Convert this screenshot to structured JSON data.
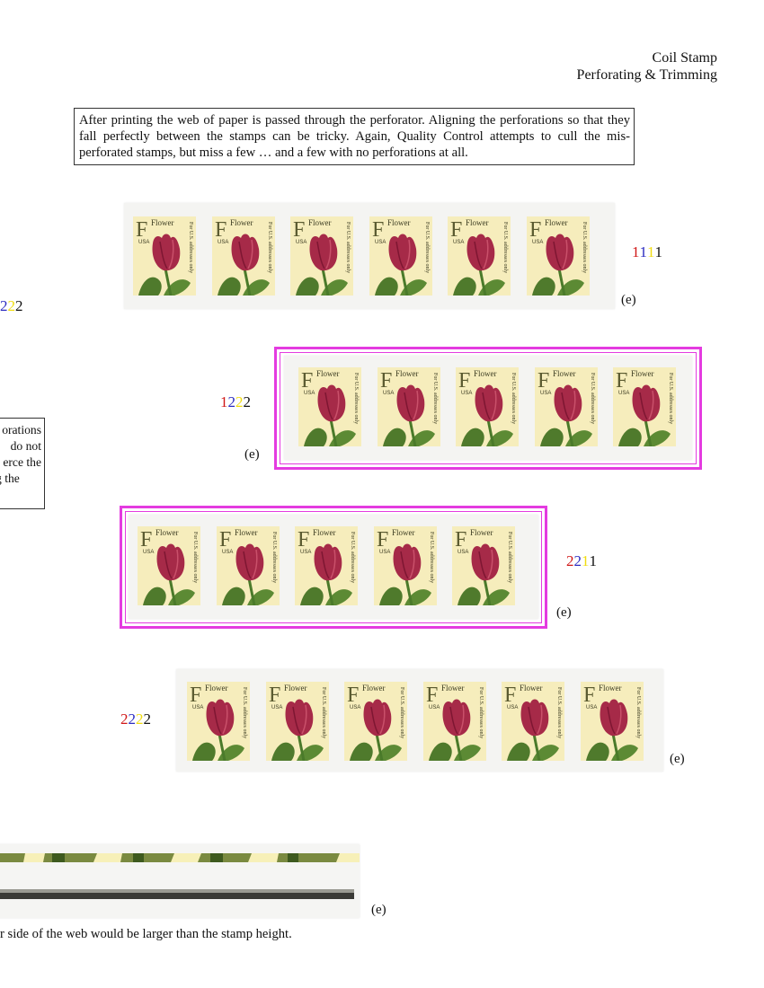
{
  "header": {
    "line1": "Coil Stamp",
    "line2": "Perforating & Trimming"
  },
  "intro_text": "After printing the web of paper is passed through the perforator. Aligning the perforations so that they fall perfectly between the stamps can be tricky. Again, Quality Control attempts to cull the mis-perforated stamps, but miss a few … and a few with no perforations at all.",
  "side_note": {
    "line1": "orations",
    "line2": "do not",
    "line3": "erce the",
    "line4": "g     the"
  },
  "stamp": {
    "denomination": "F",
    "title": "Flower",
    "country": "USA",
    "side_text": "For U.S. addresses only"
  },
  "colors": {
    "frame": "#e43be0",
    "digit_red": "#d01818",
    "digit_blue": "#2c2cc0",
    "digit_yellow": "#f0dc10",
    "digit_black": "#111111",
    "stamp_bg": "#f6edbc"
  },
  "strips": [
    {
      "code": [
        "1",
        "1",
        "1",
        "1"
      ],
      "code_colors": [
        "red",
        "blue",
        "yellow",
        "black"
      ],
      "label": "(e)",
      "stamp_count": 6,
      "highlighted": false
    },
    {
      "code": [
        "1",
        "2",
        "2",
        "2"
      ],
      "code_colors": [
        "red",
        "blue",
        "yellow",
        "black"
      ],
      "label": "(e)",
      "stamp_count": 5,
      "highlighted": true
    },
    {
      "code": [
        "2",
        "2",
        "1",
        "1"
      ],
      "code_colors": [
        "red",
        "blue",
        "yellow",
        "black"
      ],
      "label": "(e)",
      "stamp_count": 5,
      "highlighted": true
    },
    {
      "code": [
        "2",
        "2",
        "2",
        "2"
      ],
      "code_colors": [
        "red",
        "blue",
        "yellow",
        "black"
      ],
      "label": "(e)",
      "stamp_count": 6,
      "highlighted": false
    }
  ],
  "partial_code": {
    "digits": [
      "2",
      "2",
      "2"
    ],
    "colors": [
      "blue",
      "yellow",
      "black"
    ]
  },
  "bottom_strip": {
    "label": "(e)"
  },
  "bottom_text": "r side of the web would be larger than the stamp height."
}
